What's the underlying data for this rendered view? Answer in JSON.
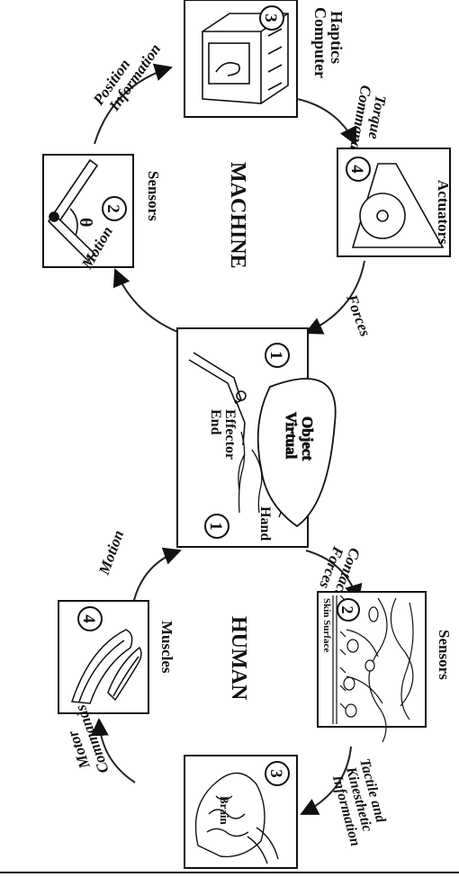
{
  "machine": {
    "title": "MACHINE",
    "position_info": [
      "Position",
      "Information"
    ],
    "computer_haptics": [
      "Computer",
      "Haptics"
    ],
    "torque_commands": [
      "Torque",
      "Commands"
    ],
    "sensors": "Sensors",
    "theta": "θ",
    "actuators": "Actuators",
    "motion": "Motion",
    "forces": "Forces",
    "badge_sensors": "2",
    "badge_computer": "3",
    "badge_actuators": "4"
  },
  "interface": {
    "end_effector": [
      "End",
      "Effector"
    ],
    "virtual_object": [
      "Virtual",
      "Object"
    ],
    "hand": "Hand",
    "badge_machine": "1",
    "badge_human": "1"
  },
  "human": {
    "title": "HUMAN",
    "motion": "Motion",
    "contact_forces": [
      "Contact",
      "Forces"
    ],
    "muscles": "Muscles",
    "skin_surface": "Skin Surface",
    "sensors": "Sensors",
    "brain": "Brain",
    "motor_commands": [
      "Motor",
      "Commands"
    ],
    "tactile_info": [
      "Tactile and",
      "Kinesthetic",
      "Information"
    ],
    "badge_muscles": "4",
    "badge_sensors": "2",
    "badge_brain": "3"
  }
}
